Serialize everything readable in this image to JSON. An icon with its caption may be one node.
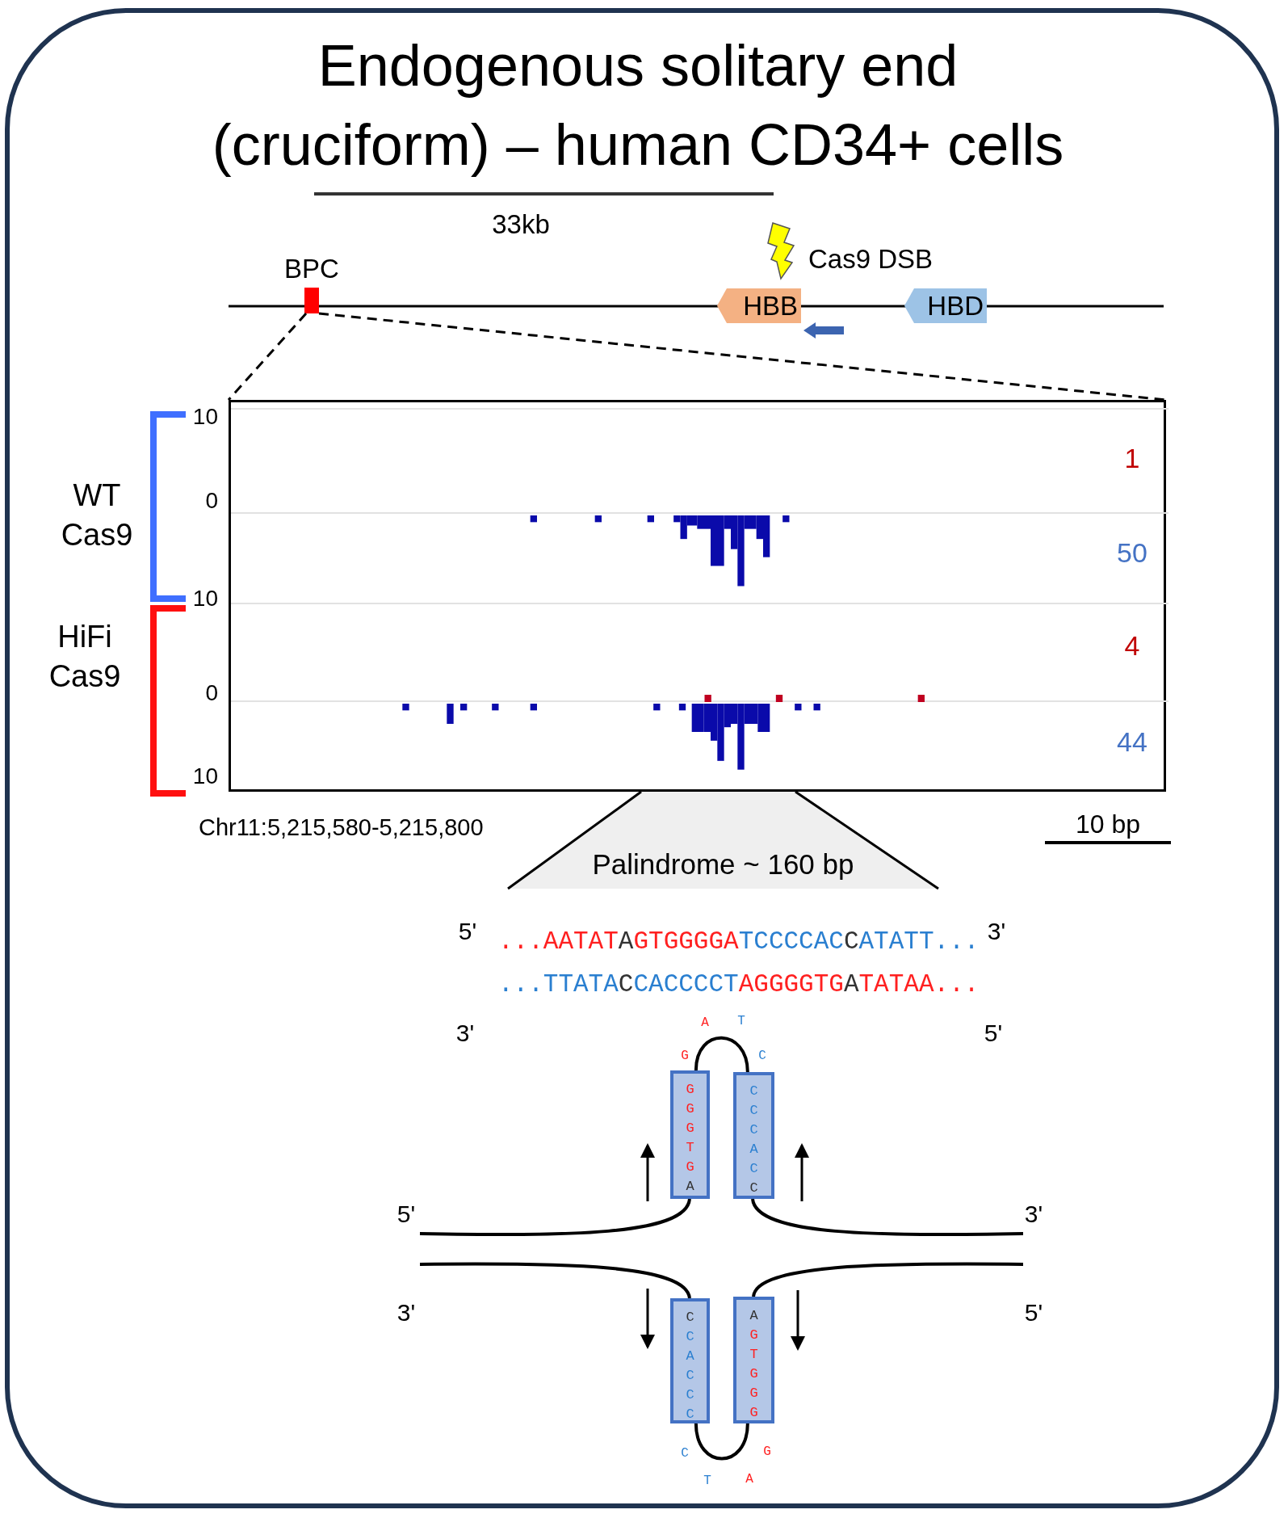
{
  "diagram": {
    "title": "Endogenous solitary end (cruciform) – human CD34+ cells",
    "nodes": [
      {
        "text": [
          "HBB"
        ]
      },
      {
        "text": [
          "HBD"
        ]
      },
      {
        "text": [],
        "shape": "box",
        "beside": [
          "BPC"
        ]
      },
      {
        "text": [],
        "shape": "box"
      },
      {
        "text": [
          "Palindrome ~ 160 bp"
        ]
      },
      {
        "text": [
          "GGGTGA"
        ]
      },
      {
        "text": [
          "CCCACC"
        ]
      },
      {
        "text": [
          "CCACCC"
        ]
      },
      {
        "text": [
          "AGTGGG"
        ]
      }
    ],
    "edges": [
      {
        "from": 2,
        "to": 3,
        "arrow": "none",
        "style": "dashed"
      },
      {
        "from": 2,
        "to": 3,
        "arrow": "none",
        "style": "dashed"
      },
      {
        "from": 5,
        "to": 6,
        "arrow": "none"
      },
      {
        "from": 7,
        "to": 8,
        "arrow": "none"
      }
    ],
    "labels": [
      "33kb",
      "Cas9 DSB",
      "10",
      "1",
      "WT Cas9",
      "0",
      "50",
      "10",
      "HiFi Cas9",
      "4",
      "0",
      "44",
      "10",
      "Chr11:5,215,580-5,215,800",
      "10 bp",
      "5'",
      "...AATATAGTGGGGATCCCCACCATATT...",
      "3'",
      "...TTATACCACCCCTAGGGGTGATATAA...",
      "3'",
      "5'",
      "A",
      "T",
      "G",
      "C",
      "5'",
      "3'",
      "3'",
      "5'",
      "C",
      "G",
      "T",
      "A"
    ]
  }
}
